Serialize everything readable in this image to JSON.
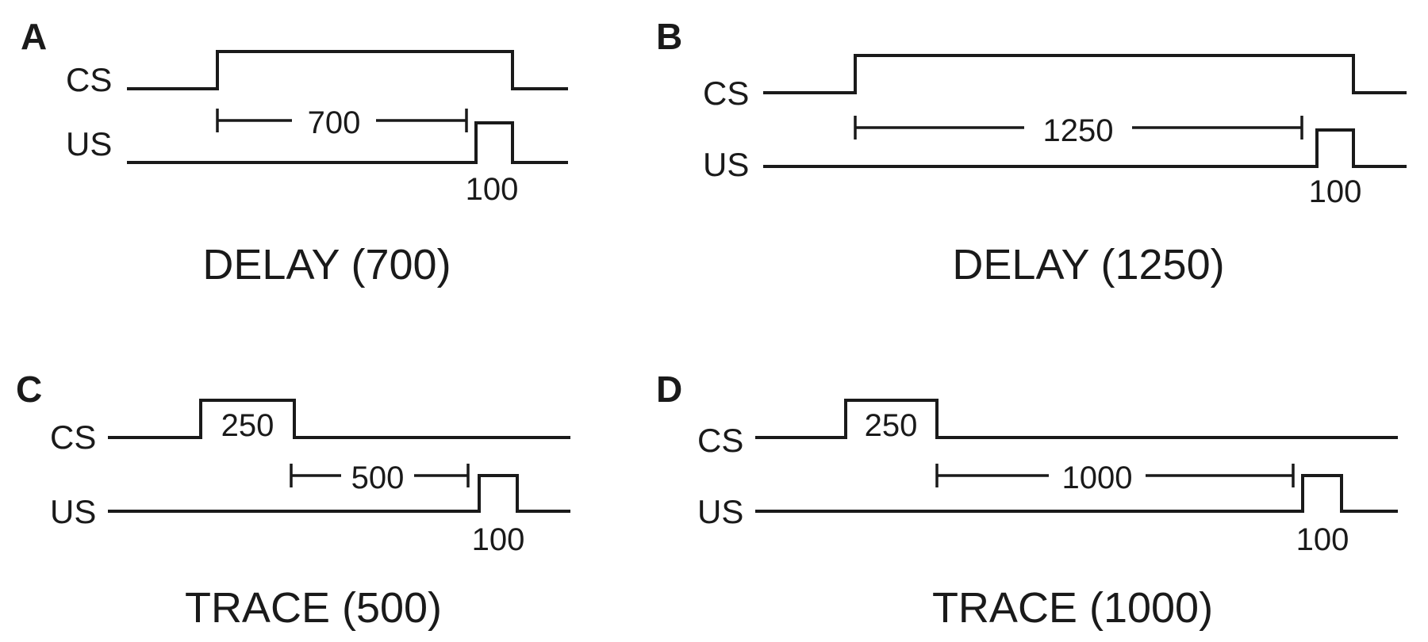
{
  "panels": [
    {
      "letter": "A",
      "cs_label": "CS",
      "us_label": "US",
      "interval": "700",
      "us_duration": "100",
      "caption": "DELAY (700)"
    },
    {
      "letter": "B",
      "cs_label": "CS",
      "us_label": "US",
      "interval": "1250",
      "us_duration": "100",
      "caption": "DELAY (1250)"
    },
    {
      "letter": "C",
      "cs_label": "CS",
      "us_label": "US",
      "cs_duration": "250",
      "interval": "500",
      "us_duration": "100",
      "caption": "TRACE (500)"
    },
    {
      "letter": "D",
      "cs_label": "CS",
      "us_label": "US",
      "cs_duration": "250",
      "interval": "1000",
      "us_duration": "100",
      "caption": "TRACE (1000)"
    }
  ]
}
